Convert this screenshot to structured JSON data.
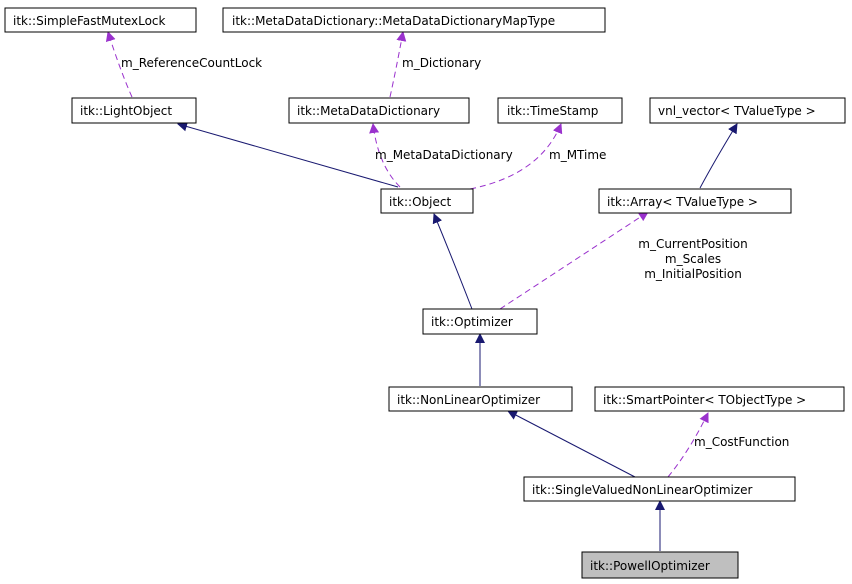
{
  "colors": {
    "inherit_edge": "#191970",
    "usage_edge": "#9a32cd",
    "node_border": "#000000",
    "node_fill": "#ffffff",
    "highlight_fill": "#bfbfbf"
  },
  "nodes": {
    "simple_fast_mutex_lock": "itk::SimpleFastMutexLock",
    "meta_data_dictionary_map_type": "itk::MetaDataDictionary::MetaDataDictionaryMapType",
    "light_object": "itk::LightObject",
    "meta_data_dictionary": "itk::MetaDataDictionary",
    "time_stamp": "itk::TimeStamp",
    "vnl_vector": "vnl_vector< TValueType >",
    "object": "itk::Object",
    "array": "itk::Array< TValueType >",
    "optimizer": "itk::Optimizer",
    "non_linear_optimizer": "itk::NonLinearOptimizer",
    "smart_pointer": "itk::SmartPointer< TObjectType >",
    "single_valued_non_linear_optimizer": "itk::SingleValuedNonLinearOptimizer",
    "powell_optimizer": "itk::PowellOptimizer"
  },
  "edge_labels": {
    "reference_count_lock": "m_ReferenceCountLock",
    "dictionary": "m_Dictionary",
    "meta_data_dictionary": "m_MetaDataDictionary",
    "mtime": "m_MTime",
    "current_position": "m_CurrentPosition",
    "scales": "m_Scales",
    "initial_position": "m_InitialPosition",
    "cost_function": "m_CostFunction"
  }
}
